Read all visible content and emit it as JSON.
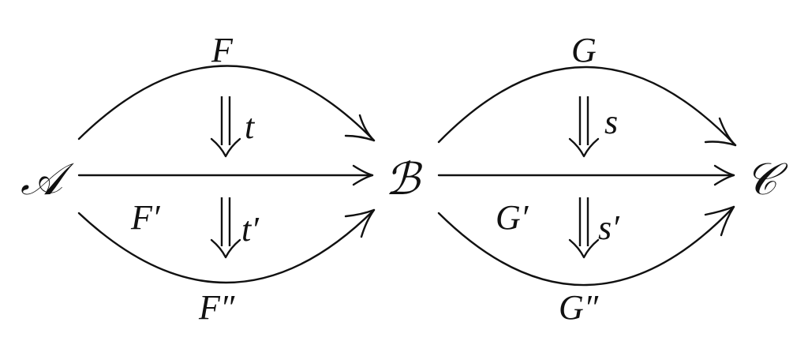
{
  "objects": {
    "a": "𝒜",
    "b": "ℬ",
    "c": "𝒞"
  },
  "functors": {
    "F": "F",
    "F_prime": "F′",
    "F_double_prime": "F″",
    "G": "G",
    "G_prime": "G′",
    "G_double_prime": "G″"
  },
  "transformations": {
    "t": "t",
    "t_prime": "t′",
    "s": "s",
    "s_prime": "s′"
  }
}
